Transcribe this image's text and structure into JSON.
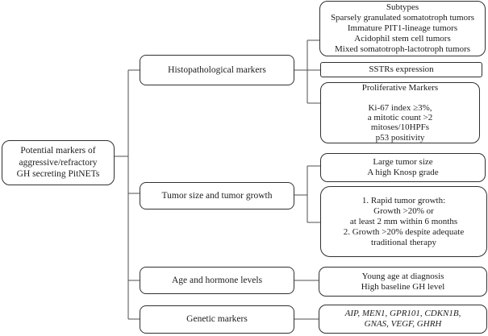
{
  "colors": {
    "box_border": "#303030",
    "connector_line": "#4f4f4f",
    "background": "#ffffff",
    "text": "#1c1c1c"
  },
  "root": {
    "lines": [
      "Potential markers of",
      "aggressive/refractory",
      "GH secreting PitNETs"
    ]
  },
  "categories": [
    {
      "label": "Histopathological markers"
    },
    {
      "label": "Tumor size and tumor growth"
    },
    {
      "label": "Age and hormone levels"
    },
    {
      "label": "Genetic markers"
    }
  ],
  "leaves": {
    "subtypes": {
      "lines": [
        "Subtypes",
        "Sparsely granulated somatotroph tumors",
        "Immature PIT1-lineage tumors",
        "Acidophil stem cell tumors",
        "Mixed somatotroph-lactotroph tumors"
      ]
    },
    "sstrs": {
      "lines": [
        "SSTRs expression"
      ]
    },
    "proliferative": {
      "lines": [
        "Proliferative Markers",
        "",
        "Ki-67 index ≥3%,",
        "a mitotic count >2",
        "mitoses/10HPFs",
        "p53 positivity"
      ]
    },
    "tumor_size": {
      "lines": [
        "Large tumor size",
        "A high Knosp grade"
      ]
    },
    "tumor_growth": {
      "lines": [
        "1. Rapid tumor growth:",
        "Growth >20% or",
        "at least 2 mm within 6 months",
        "2. Growth >20% despite adequate",
        "traditional therapy"
      ]
    },
    "age_hormone": {
      "lines": [
        "Young age at diagnosis",
        "High baseline GH level"
      ]
    },
    "genetic": {
      "lines": [
        "AIP, MEN1, GPR101, CDKN1B,",
        "GNAS, VEGF, GHRH"
      ]
    }
  }
}
